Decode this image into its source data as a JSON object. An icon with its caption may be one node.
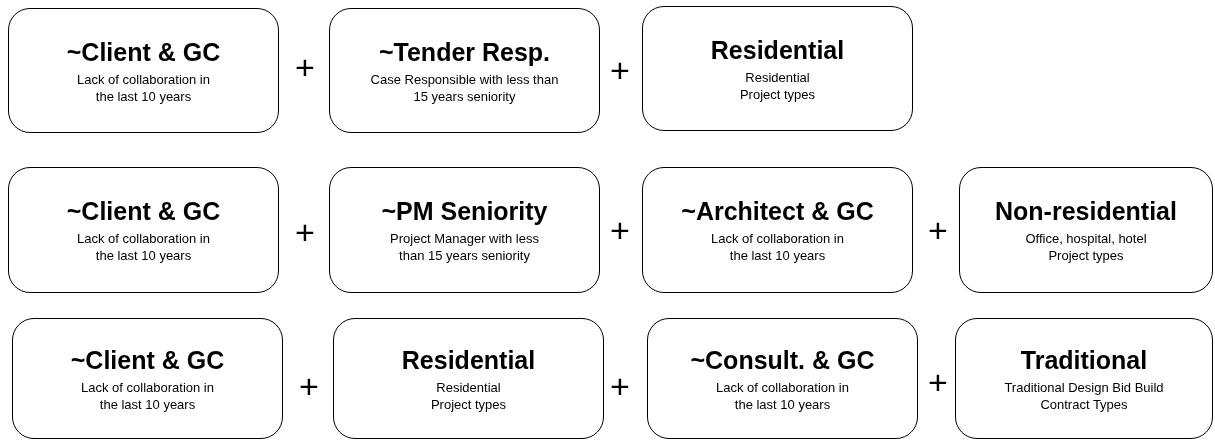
{
  "diagram": {
    "nodes": [
      {
        "text": [
          "~Client & GC",
          "Lack of collaboration in the last 10 years"
        ]
      },
      {
        "text": [
          "~Tender Resp.",
          "Case Responsible with less than 15 years seniority"
        ]
      },
      {
        "text": [
          "Residential",
          "Residential Project types"
        ]
      },
      {
        "text": [
          "~Client & GC",
          "Lack of collaboration in the last 10 years"
        ]
      },
      {
        "text": [
          "~PM Seniority",
          "Project Manager with less than 15 years seniority"
        ]
      },
      {
        "text": [
          "~Architect & GC",
          "Lack of collaboration in the last 10 years"
        ]
      },
      {
        "text": [
          "Non-residential",
          "Office, hospital, hotel Project types"
        ]
      },
      {
        "text": [
          "~Client & GC",
          "Lack of collaboration in the last 10 years"
        ]
      },
      {
        "text": [
          "Residential",
          "Residential Project types"
        ]
      },
      {
        "text": [
          "~Consult. & GC",
          "Lack of collaboration in the last 10 years"
        ]
      },
      {
        "text": [
          "Traditional",
          "Traditional Design Bid Build Contract Types"
        ]
      }
    ],
    "labels": [
      "+",
      "+",
      "+",
      "+",
      "+",
      "+",
      "+",
      "+"
    ]
  }
}
